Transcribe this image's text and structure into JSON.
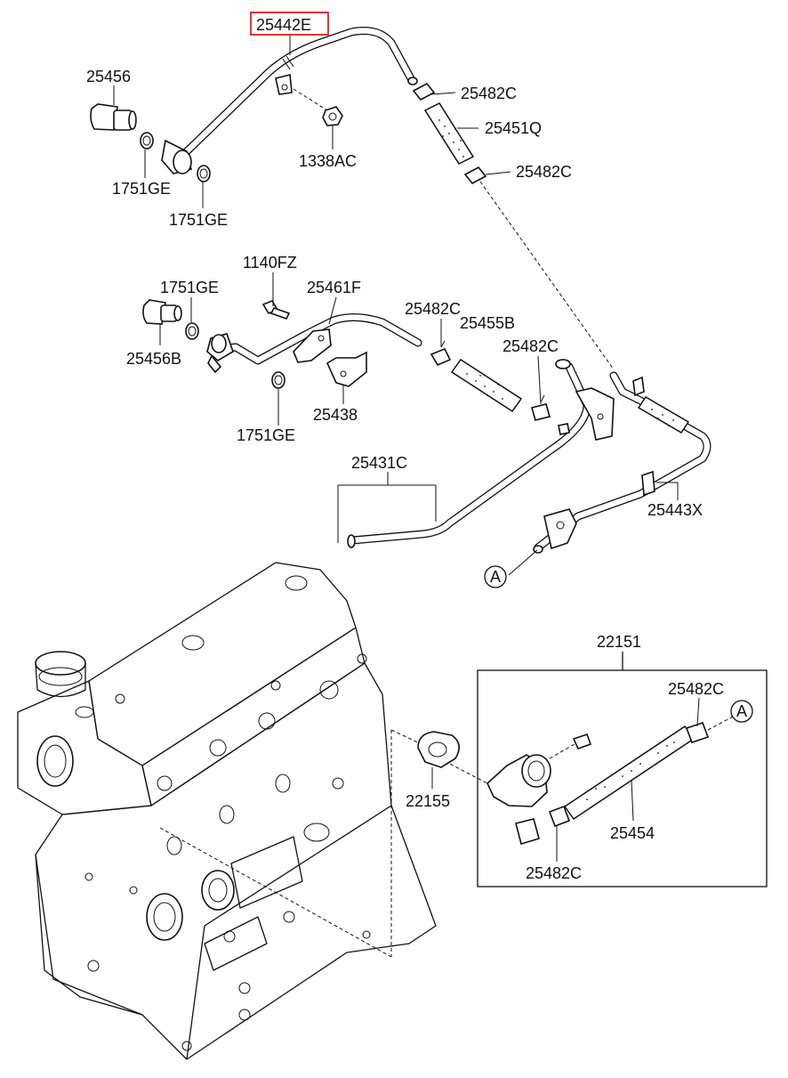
{
  "highlight_color": "#e02020",
  "labels": {
    "p25442E": "25442E",
    "p25456": "25456",
    "p25482C_1": "25482C",
    "p25451Q": "25451Q",
    "p1338AC": "1338AC",
    "p25482C_2": "25482C",
    "p1751GE_1": "1751GE",
    "p1751GE_2": "1751GE",
    "p1140FZ": "1140FZ",
    "p1751GE_3": "1751GE",
    "p25461F": "25461F",
    "p25482C_3": "25482C",
    "p25455B": "25455B",
    "p25482C_4": "25482C",
    "p25456B": "25456B",
    "p25438": "25438",
    "p1751GE_4": "1751GE",
    "p25431C": "25431C",
    "p25443X": "25443X",
    "refA_1": "A",
    "p22151": "22151",
    "p25482C_5": "25482C",
    "refA_2": "A",
    "p22155": "22155",
    "p25454": "25454",
    "p25482C_6": "25482C"
  }
}
